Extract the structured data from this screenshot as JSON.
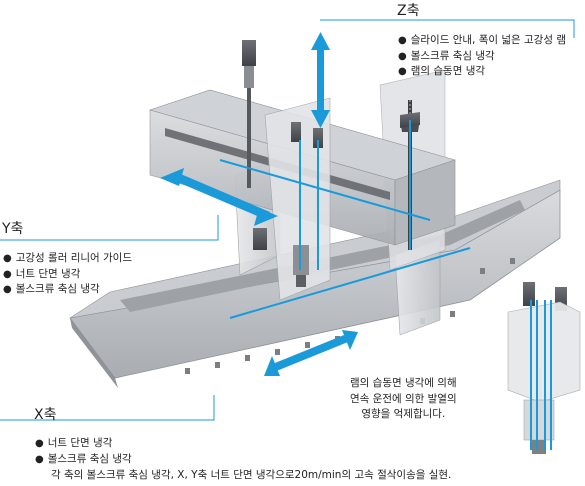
{
  "axes": {
    "z": {
      "label": "Z축",
      "features": [
        "슬라이드 안내, 폭이 넓은 고강성 램",
        "볼스크류 축심 냉각",
        "램의 습동면 냉각"
      ]
    },
    "y": {
      "label": "Y축",
      "features": [
        "고강성 롤러 리니어 가이드",
        "너트 단면 냉각",
        "볼스크류 축심 냉각"
      ]
    },
    "x": {
      "label": "X축",
      "features": [
        "너트 단면 냉각",
        "볼스크류 축심 냉각"
      ]
    }
  },
  "ram_note": {
    "lines": [
      "램의 습동면 냉각에 의해",
      "연속 운전에 의한 발열의",
      "영향을 억제합니다."
    ]
  },
  "summary": "각 축의 볼스크류 축심 냉각, X, Y축 너트 단면 냉각으로20m/min의 고속 절삭이송을 실현.",
  "colors": {
    "accent_blue": "#1a9ad9",
    "machine_grey": "#b9bcc0",
    "leader_line": "#1a9ad9"
  }
}
